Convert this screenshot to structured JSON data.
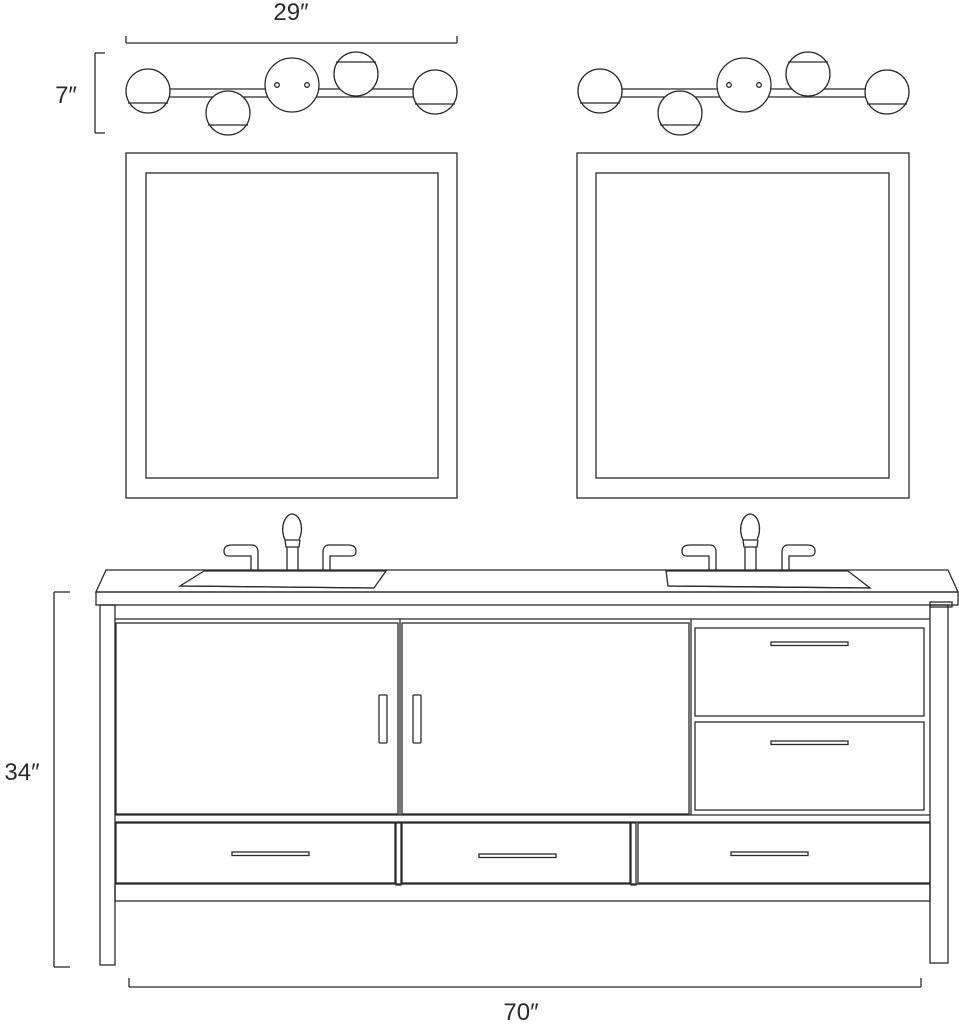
{
  "colors": {
    "line": "#2b2b2b",
    "background": "#ffffff"
  },
  "dimensions": {
    "light_width": "29″",
    "light_height": "7″",
    "vanity_height": "34″",
    "vanity_width": "70″"
  }
}
